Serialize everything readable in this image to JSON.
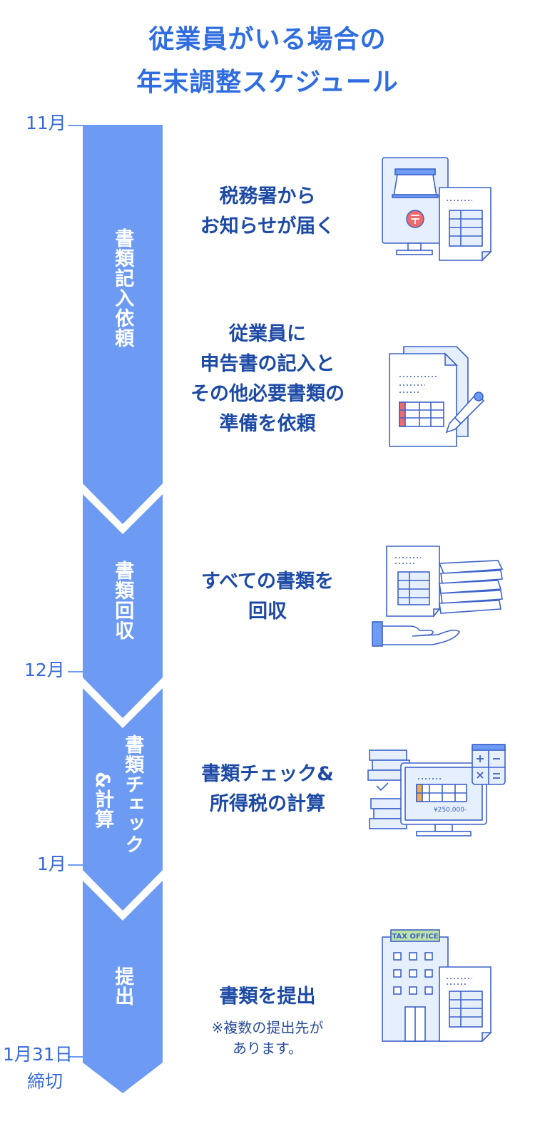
{
  "title": {
    "line1": "従業員がいる場合の",
    "line2": "年末調整スケジュール"
  },
  "months": [
    {
      "label": "11月"
    },
    {
      "label": "12月"
    },
    {
      "label": "1月"
    },
    {
      "label": "1月31日",
      "sub": "締切"
    }
  ],
  "stages": [
    {
      "label": "書類記入依頼"
    },
    {
      "label": "書類回収"
    },
    {
      "label": "書類チェック",
      "label2": "&計算"
    },
    {
      "label": "提出"
    }
  ],
  "steps": [
    {
      "text": "税務署から\nお知らせが届く",
      "icon": "tax-office-notice-icon"
    },
    {
      "text": "従業員に\n申告書の記入と\nその他必要書類の\n準備を依頼",
      "icon": "form-with-pencil-icon"
    },
    {
      "text": "すべての書類を\n回収",
      "icon": "documents-in-hand-icon"
    },
    {
      "text": "書類チェック&\n所得税の計算",
      "icon": "computer-calculator-icon",
      "amount": "¥250,000-"
    },
    {
      "text": "書類を提出",
      "note": "※複数の提出先が\nあります。",
      "icon": "tax-office-building-icon",
      "sign": "TAX OFFICE"
    }
  ],
  "colors": {
    "timeline": "#6d9bf4",
    "title": "#2f6de0",
    "text": "#1d4aa5",
    "icon_line": "#3d62c9",
    "icon_fill": "#e6effd",
    "accent_red": "#ef6a6a",
    "accent_orange": "#f5a948",
    "sign_green": "#bfe3a6"
  }
}
